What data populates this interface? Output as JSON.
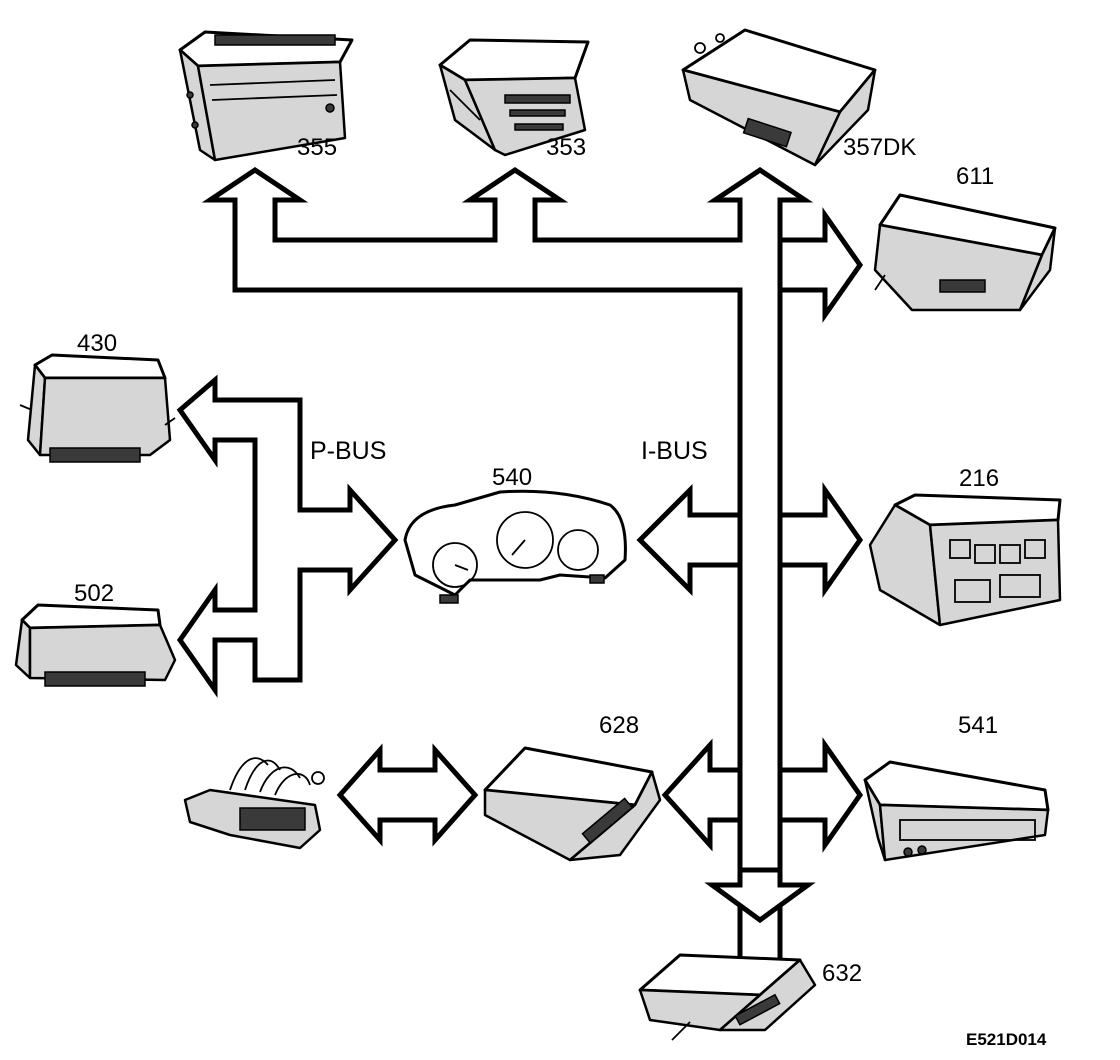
{
  "diagram": {
    "bus_labels": {
      "p_bus": "P-BUS",
      "i_bus": "I-BUS"
    },
    "components": {
      "c355": "355",
      "c353": "353",
      "c357": "357DK",
      "c611": "611",
      "c430": "430",
      "c502": "502",
      "c540": "540",
      "c216": "216",
      "c628": "628",
      "c541": "541",
      "c632": "632"
    },
    "figure_code": "E521D014"
  },
  "colors": {
    "line": "#000000",
    "background": "#ffffff",
    "module_fill": "#d6d6d6"
  }
}
